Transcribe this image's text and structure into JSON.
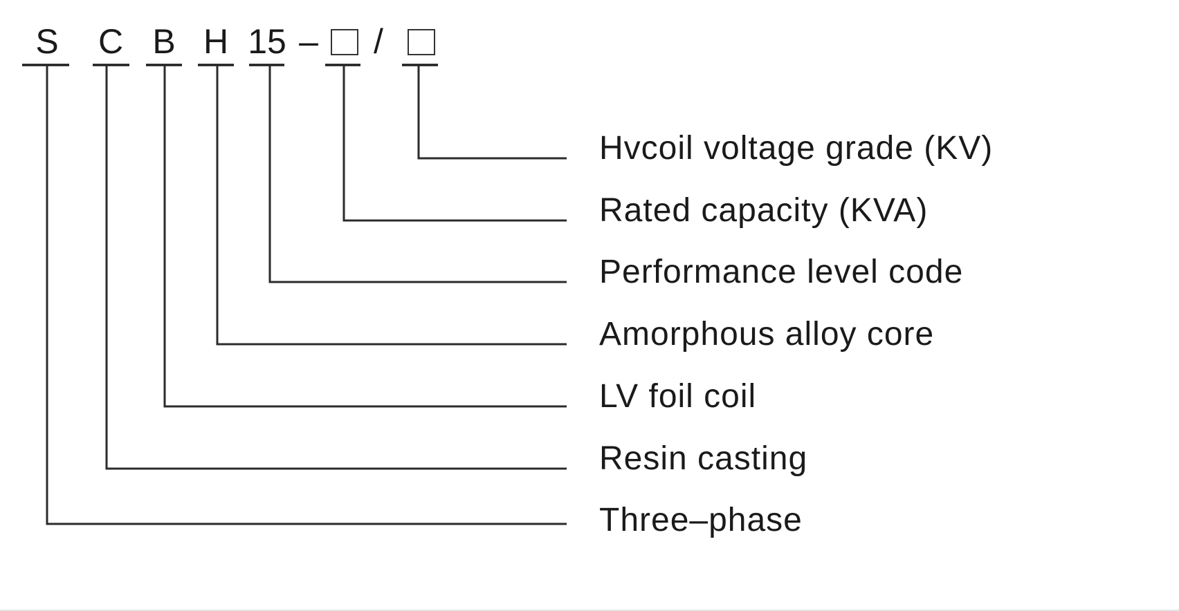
{
  "code": {
    "letters": [
      "S",
      "C",
      "B",
      "H",
      "15"
    ],
    "dash": "–",
    "slash": "/"
  },
  "labels": [
    "Hvcoil voltage grade (KV)",
    "Rated capacity (KVA)",
    "Performance level code",
    "Amorphous alloy core",
    "LV foil coil",
    "Resin casting",
    "Three–phase"
  ],
  "colors": {
    "text": "#1a1a1a",
    "line": "#2b2b2b",
    "background": "#ffffff"
  }
}
